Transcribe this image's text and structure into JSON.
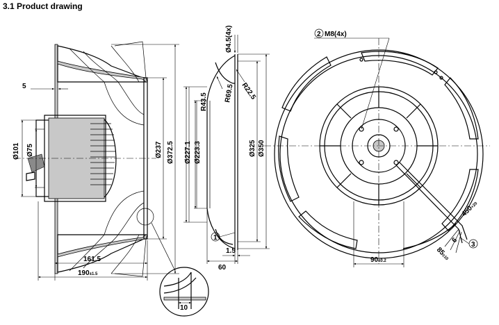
{
  "heading": "3.1 Product drawing",
  "dims": {
    "d101": "Ø101",
    "d75": "Ø75",
    "five": "5",
    "d237": "Ø237",
    "d3725": "Ø372.5",
    "l1615": "161.5",
    "l190": "190",
    "l190_tol": "±1.5",
    "ten": "10",
    "d45": "Ø4.5(4x)",
    "r435": "R43.5",
    "r695": "R69.5",
    "r225": "R22.5",
    "d2271": "Ø227.1",
    "d2233": "Ø223.3",
    "d325": "Ø325",
    "d350": "Ø350",
    "c1": "1",
    "l15": "1.5",
    "l60": "60",
    "c2": "2",
    "m8": "M8(4x)",
    "l90": "90",
    "l90_tol": "±0.2",
    "l450": "450",
    "l450_tol": "+20",
    "six": "6",
    "l85": "85",
    "l85_tol": "±10",
    "c3": "3"
  }
}
